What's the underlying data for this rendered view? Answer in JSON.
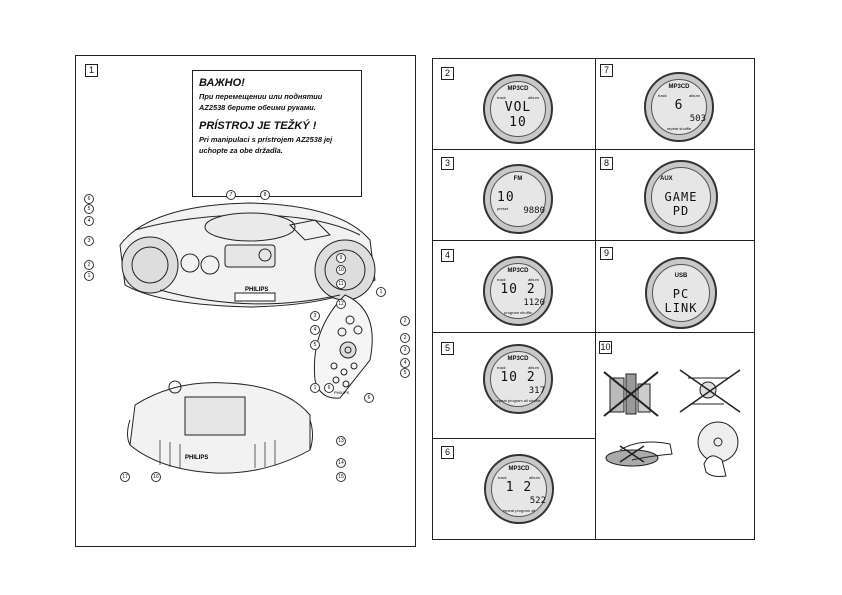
{
  "left_panel": {
    "figure_number": "1",
    "notice": {
      "ru_heading": "ВАЖНО!",
      "ru_line1": "При перемещении или поднятии",
      "ru_line2": "AZ2538 берите обеими руками.",
      "cz_heading": "PRÍSTROJ JE TEŽKÝ !",
      "cz_line1": "Pri manipulaci s prístrojem AZ2538 jej",
      "cz_line2": "uchopte za obe držadla."
    },
    "device_brand": "PHILIPS",
    "remote_brand": "PHILIPS",
    "callouts_top": [
      "6",
      "5",
      "4",
      "3",
      "2",
      "1",
      "7",
      "8",
      "9",
      "10",
      "11",
      "12"
    ],
    "callouts_remote": [
      "1",
      "2",
      "3",
      "4",
      "5",
      "6",
      "1",
      "2",
      "3",
      "4",
      "5",
      "6"
    ],
    "callouts_bottom": [
      "13",
      "14",
      "15",
      "17",
      "16"
    ]
  },
  "right_panel": {
    "cells": [
      {
        "num": "2",
        "mode": "MP3CD",
        "tag_left": "track",
        "tag_right": "album",
        "main": "VOL  10",
        "sub": "",
        "note": ""
      },
      {
        "num": "7",
        "mode": "MP3CD",
        "tag_left": "track",
        "tag_right": "album",
        "main": "6",
        "sub": "503",
        "note": "repeat shuffle"
      },
      {
        "num": "3",
        "mode": "FM",
        "tag_left": "",
        "tag_right": "",
        "main": "10",
        "sub": "9880",
        "note": "preset"
      },
      {
        "num": "8",
        "mode": "AUX",
        "tag_left": "",
        "tag_right": "",
        "main": "GAME PD",
        "sub": "",
        "note": ""
      },
      {
        "num": "4",
        "mode": "MP3CD",
        "tag_left": "track",
        "tag_right": "album",
        "main": "10   2",
        "sub": "1120",
        "note": "program shuffle"
      },
      {
        "num": "9",
        "mode": "USB",
        "tag_left": "",
        "tag_right": "",
        "main": "PC LINK",
        "sub": "",
        "note": ""
      },
      {
        "num": "5",
        "mode": "MP3CD",
        "tag_left": "track",
        "tag_right": "album",
        "main": "10   2",
        "sub": "317",
        "note": "repeat program all shuffle"
      },
      {
        "num": "10",
        "mode": "",
        "tag_left": "",
        "tag_right": "",
        "main": "",
        "sub": "",
        "note": ""
      },
      {
        "num": "6",
        "mode": "MP3CD",
        "tag_left": "track",
        "tag_right": "album",
        "main": "1    2",
        "sub": "522",
        "note": "repeat program all"
      }
    ]
  },
  "colors": {
    "ink": "#111111",
    "lcd_face": "#e6e6e6",
    "lcd_ring": "#c8c8c8"
  }
}
